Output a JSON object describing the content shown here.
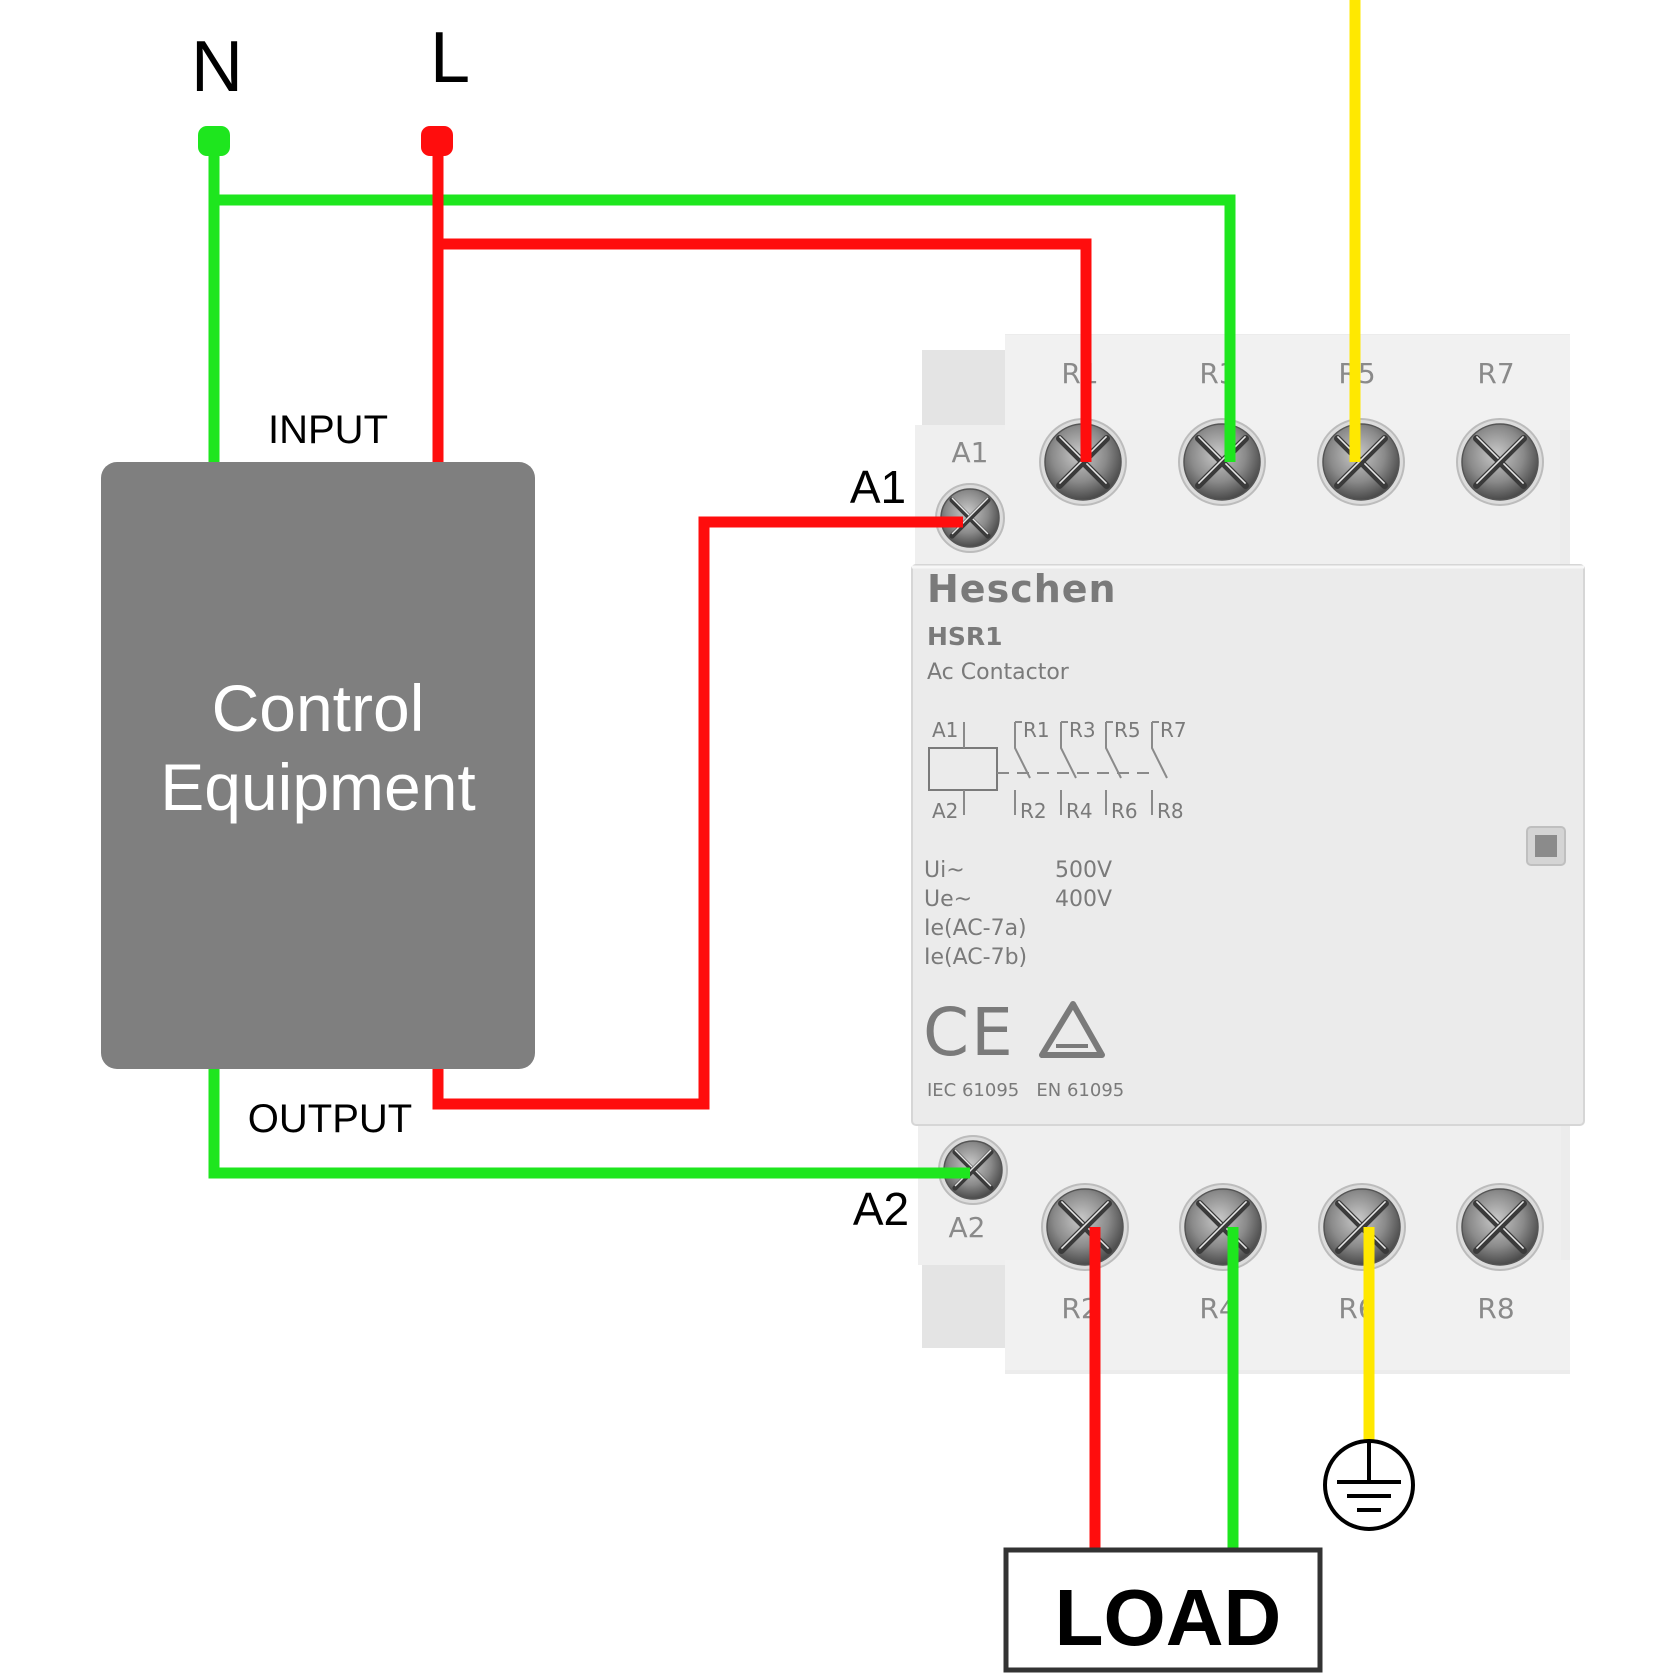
{
  "supply": {
    "neutral_label": "N",
    "line_label": "L"
  },
  "control_equipment": {
    "title_line1": "Control",
    "title_line2": "Equipment",
    "input_label": "INPUT",
    "output_label": "OUTPUT"
  },
  "coil_labels": {
    "a1": "A1",
    "a2": "A2"
  },
  "contactor": {
    "brand": "Heschen",
    "model": "HSR1",
    "type": "Ac Contactor",
    "top_terminals": [
      "R1",
      "R3",
      "R5",
      "R7"
    ],
    "bottom_terminals": [
      "R2",
      "R4",
      "R6",
      "R8"
    ],
    "coil_top": "A1",
    "coil_bottom": "A2",
    "schematic": {
      "a1": "A1",
      "a2": "A2",
      "top": [
        "R1",
        "R3",
        "R5",
        "R7"
      ],
      "bottom": [
        "R2",
        "R4",
        "R6",
        "R8"
      ]
    },
    "ratings": [
      {
        "label": "Ui~",
        "value": "500V"
      },
      {
        "label": "Ue~",
        "value": "400V"
      },
      {
        "label": "Ie(AC-7a)",
        "value": ""
      },
      {
        "label": "Ie(AC-7b)",
        "value": ""
      }
    ],
    "ce_mark": "CE",
    "standards": "IEC 61095   EN 61095"
  },
  "load_label": "LOAD",
  "colors": {
    "neutral_wire": "#1ee61e",
    "line_wire": "#ff0d0d",
    "earth_wire": "#ffe800",
    "control_box": "#7f7f7f",
    "contactor_body": "#ebebeb"
  },
  "icons": {
    "earth": "earth-ground-icon",
    "screw": "screw-terminal-icon"
  }
}
